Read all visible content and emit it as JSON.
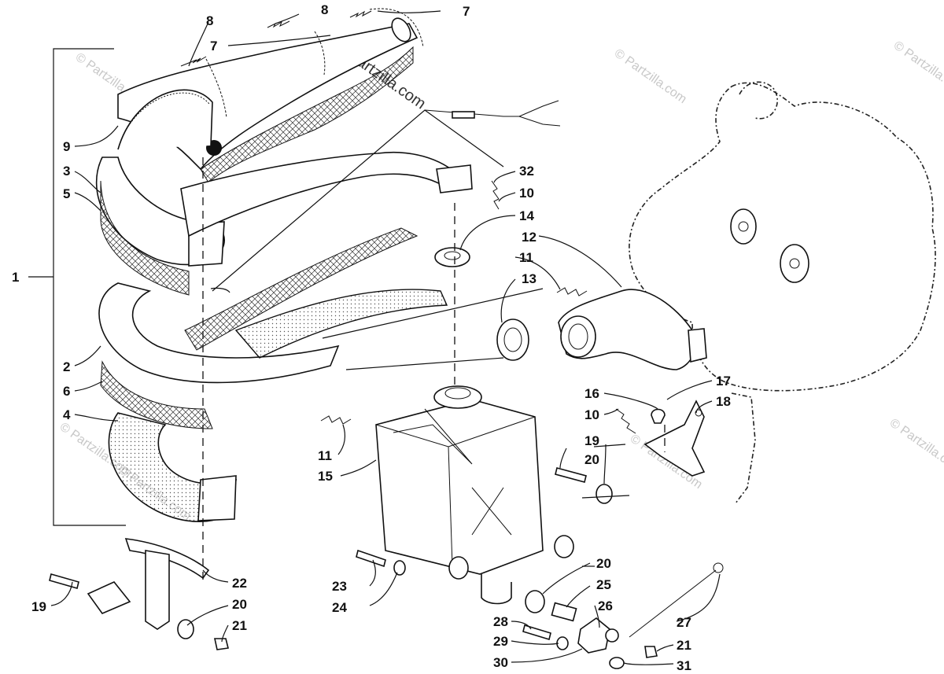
{
  "copyright_text": "© Partzilla.com",
  "watermark_text": "© Partzilla.com",
  "callouts": [
    {
      "id": "c1",
      "label": "1"
    },
    {
      "id": "c2",
      "label": "2"
    },
    {
      "id": "c3",
      "label": "3"
    },
    {
      "id": "c4",
      "label": "4"
    },
    {
      "id": "c5",
      "label": "5"
    },
    {
      "id": "c6",
      "label": "6"
    },
    {
      "id": "c7a",
      "label": "7"
    },
    {
      "id": "c7b",
      "label": "7"
    },
    {
      "id": "c8a",
      "label": "8"
    },
    {
      "id": "c8b",
      "label": "8"
    },
    {
      "id": "c9",
      "label": "9"
    },
    {
      "id": "c10a",
      "label": "10"
    },
    {
      "id": "c10b",
      "label": "10"
    },
    {
      "id": "c11a",
      "label": "11"
    },
    {
      "id": "c11b",
      "label": "11"
    },
    {
      "id": "c12",
      "label": "12"
    },
    {
      "id": "c13",
      "label": "13"
    },
    {
      "id": "c14",
      "label": "14"
    },
    {
      "id": "c15",
      "label": "15"
    },
    {
      "id": "c16",
      "label": "16"
    },
    {
      "id": "c17",
      "label": "17"
    },
    {
      "id": "c18",
      "label": "18"
    },
    {
      "id": "c19a",
      "label": "19"
    },
    {
      "id": "c19b",
      "label": "19"
    },
    {
      "id": "c20a",
      "label": "20"
    },
    {
      "id": "c20b",
      "label": "20"
    },
    {
      "id": "c20c",
      "label": "20"
    },
    {
      "id": "c21a",
      "label": "21"
    },
    {
      "id": "c21b",
      "label": "21"
    },
    {
      "id": "c22",
      "label": "22"
    },
    {
      "id": "c23",
      "label": "23"
    },
    {
      "id": "c24",
      "label": "24"
    },
    {
      "id": "c25",
      "label": "25"
    },
    {
      "id": "c26",
      "label": "26"
    },
    {
      "id": "c27",
      "label": "27"
    },
    {
      "id": "c28",
      "label": "28"
    },
    {
      "id": "c29",
      "label": "29"
    },
    {
      "id": "c30",
      "label": "30"
    },
    {
      "id": "c31",
      "label": "31"
    },
    {
      "id": "c32",
      "label": "32"
    }
  ]
}
